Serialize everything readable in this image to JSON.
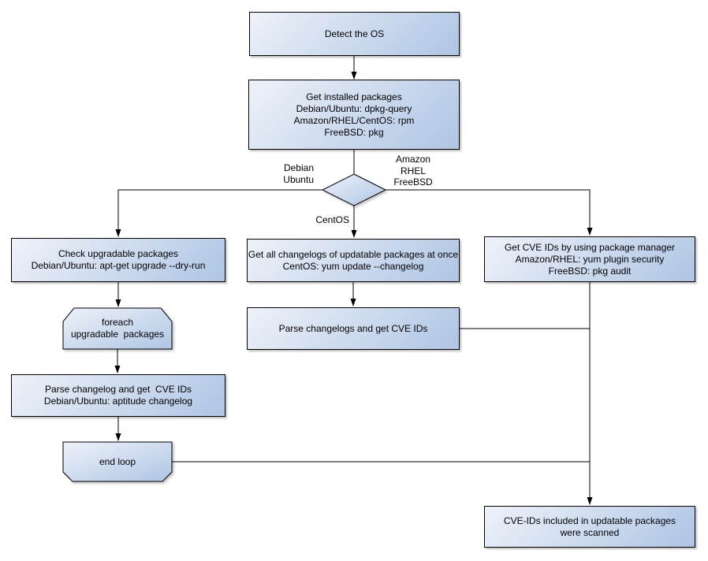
{
  "diagram": {
    "colors": {
      "background": "#ffffff",
      "node_fill_start": "#eef2f9",
      "node_fill_end": "#aec5e4",
      "border": "#000000",
      "connector": "#000000"
    },
    "nodes": {
      "detect_os": {
        "lines": [
          "Detect the OS"
        ]
      },
      "get_installed_packages": {
        "lines": [
          "Get installed packages",
          "Debian/Ubuntu: dpkg-query",
          "Amazon/RHEL/CentOS: rpm",
          "FreeBSD: pkg"
        ]
      },
      "check_upgradable_packages": {
        "lines": [
          "Check upgradable packages",
          "Debian/Ubuntu: apt-get upgrade --dry-run"
        ]
      },
      "get_all_changelogs": {
        "lines": [
          "Get all changelogs of updatable packages at once",
          "CentOS: yum update --changelog"
        ]
      },
      "get_cve_ids_package_manager": {
        "lines": [
          "Get CVE IDs by using package manager",
          "Amazon/RHEL: yum plugin security",
          "FreeBSD: pkg audit"
        ]
      },
      "foreach_loop": {
        "lines": [
          "foreach",
          "upgradable  packages"
        ]
      },
      "parse_changelogs_get_cve_ids": {
        "lines": [
          "Parse changelogs and get CVE IDs"
        ]
      },
      "parse_changelog_aptitude": {
        "lines": [
          "Parse changelog and get  CVE IDs",
          "Debian/Ubuntu: aptitude changelog"
        ]
      },
      "end_loop": {
        "lines": [
          "end loop"
        ]
      },
      "scan_result": {
        "lines": [
          "CVE-IDs included in updatable packages",
          "were scanned"
        ]
      }
    },
    "edge_labels": {
      "debian_ubuntu": {
        "lines": [
          "Debian",
          "Ubuntu"
        ]
      },
      "amazon_rhel_freebsd": {
        "lines": [
          "Amazon",
          "RHEL",
          "FreeBSD"
        ]
      },
      "centos": {
        "lines": [
          "CentOS"
        ]
      }
    }
  }
}
